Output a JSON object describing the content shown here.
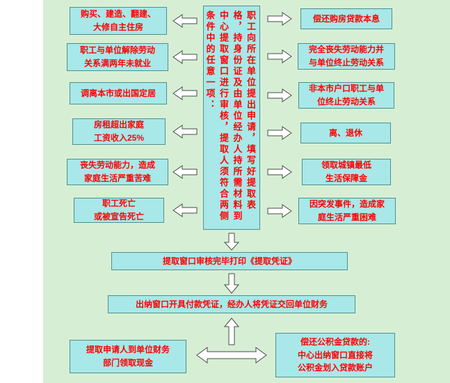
{
  "colors": {
    "background_green": "#d6efd4",
    "box_fill": "#a8e8e8",
    "box_border": "#4f8f8f",
    "text_red": "#ff0000",
    "arrow_fill": "#ffffff",
    "arrow_stroke": "#4a4a4a"
  },
  "center_process": "职工向所在单位提出申请，填写好提取表格，持身份证及由单位经办人持所需材料到中心提取窗口进行审核，提取人须符合两侧条件中的任意一项：",
  "left_conditions": [
    "购买、建造、翻建、\n大修自主住房",
    "职工与单位解除劳动\n关系满两年未就业",
    "调离本市或出国定居",
    "房租超出家庭\n工资收入25%",
    "丧失劳动能力，造成\n家庭生活严重苦难",
    "职工死亡\n或被宣告死亡"
  ],
  "right_conditions": [
    "偿还购房贷款本息",
    "完全丧失劳动能力并\n与单位终止劳动关系",
    "非本市户口职工与单\n位终止劳动关系",
    "离、退休",
    "领取城镇最低\n生活保障金",
    "因突发事件，造成家\n庭生活严重困难"
  ],
  "steps": {
    "print_voucher": "提取窗口审核完毕打印《提取凭证》",
    "cashier_voucher": "出纳窗口开具付款凭证，经办人将凭证交回单位财务"
  },
  "outcomes": {
    "cash": "提取申请人到单位财务\n部门领取现金",
    "loan": "偿还公积金贷款的:\n中心出纳窗口直接将\n公积金划入贷款账户"
  }
}
